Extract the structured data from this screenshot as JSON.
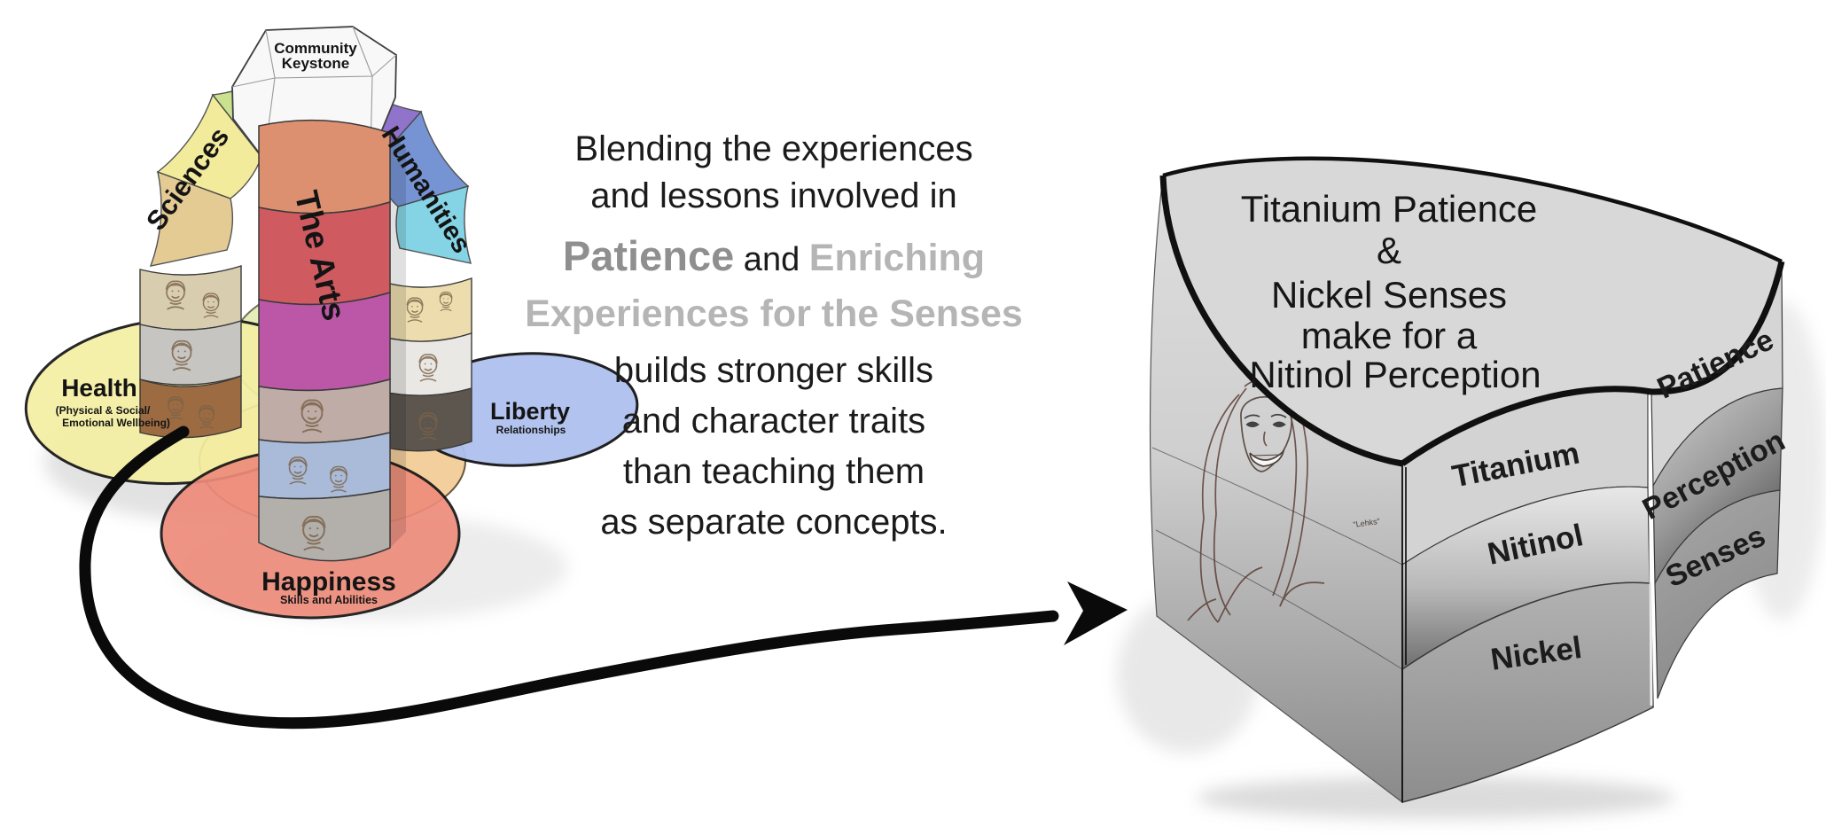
{
  "arch": {
    "keystone": {
      "line1": "Community",
      "line2": "Keystone"
    },
    "left_arm_label": "Sciences",
    "right_arm_label": "Humanities",
    "column_label": "The Arts",
    "ellipses": {
      "health": {
        "title": "Health",
        "sub1": "(Physical & Social/",
        "sub2": "Emotional Wellbeing)",
        "color": "#f4efa2"
      },
      "liberty": {
        "title": "Liberty",
        "sub": "Relationships",
        "color": "#aec0ef"
      },
      "happiness": {
        "title": "Happiness",
        "sub": "Skills and Abilities",
        "color": "#ee8c7b"
      }
    },
    "left_arc_colors": [
      "#e3c98f",
      "#f2ea96",
      "#c8e088"
    ],
    "right_arc_colors": [
      "#7fd2e4",
      "#6f8fd2",
      "#8b6cc8"
    ],
    "left_column_colors": [
      "#d9cdb0",
      "#c7c5c1",
      "#9c6b42"
    ],
    "right_column_colors": [
      "#ecdcae",
      "#eae8e4",
      "#5c564e"
    ],
    "center_column_colors": [
      "#dd9070",
      "#cf5b60",
      "#bc57a7",
      "#bfaca6",
      "#a9bbd9",
      "#b3b0ac"
    ],
    "background_ellipse_colors": [
      "#dde8a4",
      "#f2c78c"
    ]
  },
  "caption": {
    "line1": "Blending the experiences",
    "line2": "and lessons involved in",
    "line3a": "Patience",
    "line3b": " and ",
    "line3c": "Enriching",
    "line4": "Experiences for the Senses",
    "line5": "builds stronger skills",
    "line6": "and character traits",
    "line7": "than teaching them",
    "line8": "as separate concepts.",
    "text_color": "#1b1b1b",
    "emphasis1_color": "#8f8f8f",
    "emphasis2_color": "#b5b5b5"
  },
  "arrow": {
    "color": "#0a0a0a"
  },
  "wedge": {
    "top_lines": [
      "Titanium Patience",
      "&",
      "Nickel Senses",
      "make for a",
      "Nitinol Perception"
    ],
    "front_layers": [
      "Titanium",
      "Nitinol",
      "Nickel"
    ],
    "side_layers": [
      "Patience",
      "Perception",
      "Senses"
    ],
    "signature": "\"Lehks\"",
    "top_face_color": "#d8d8d8",
    "titanium_color": "#d3d3d3",
    "patience_color": "#d5d5d5",
    "nickel_color": "#a6a6a6",
    "senses_color": "#9c9c9c",
    "outline_color": "#101010"
  }
}
